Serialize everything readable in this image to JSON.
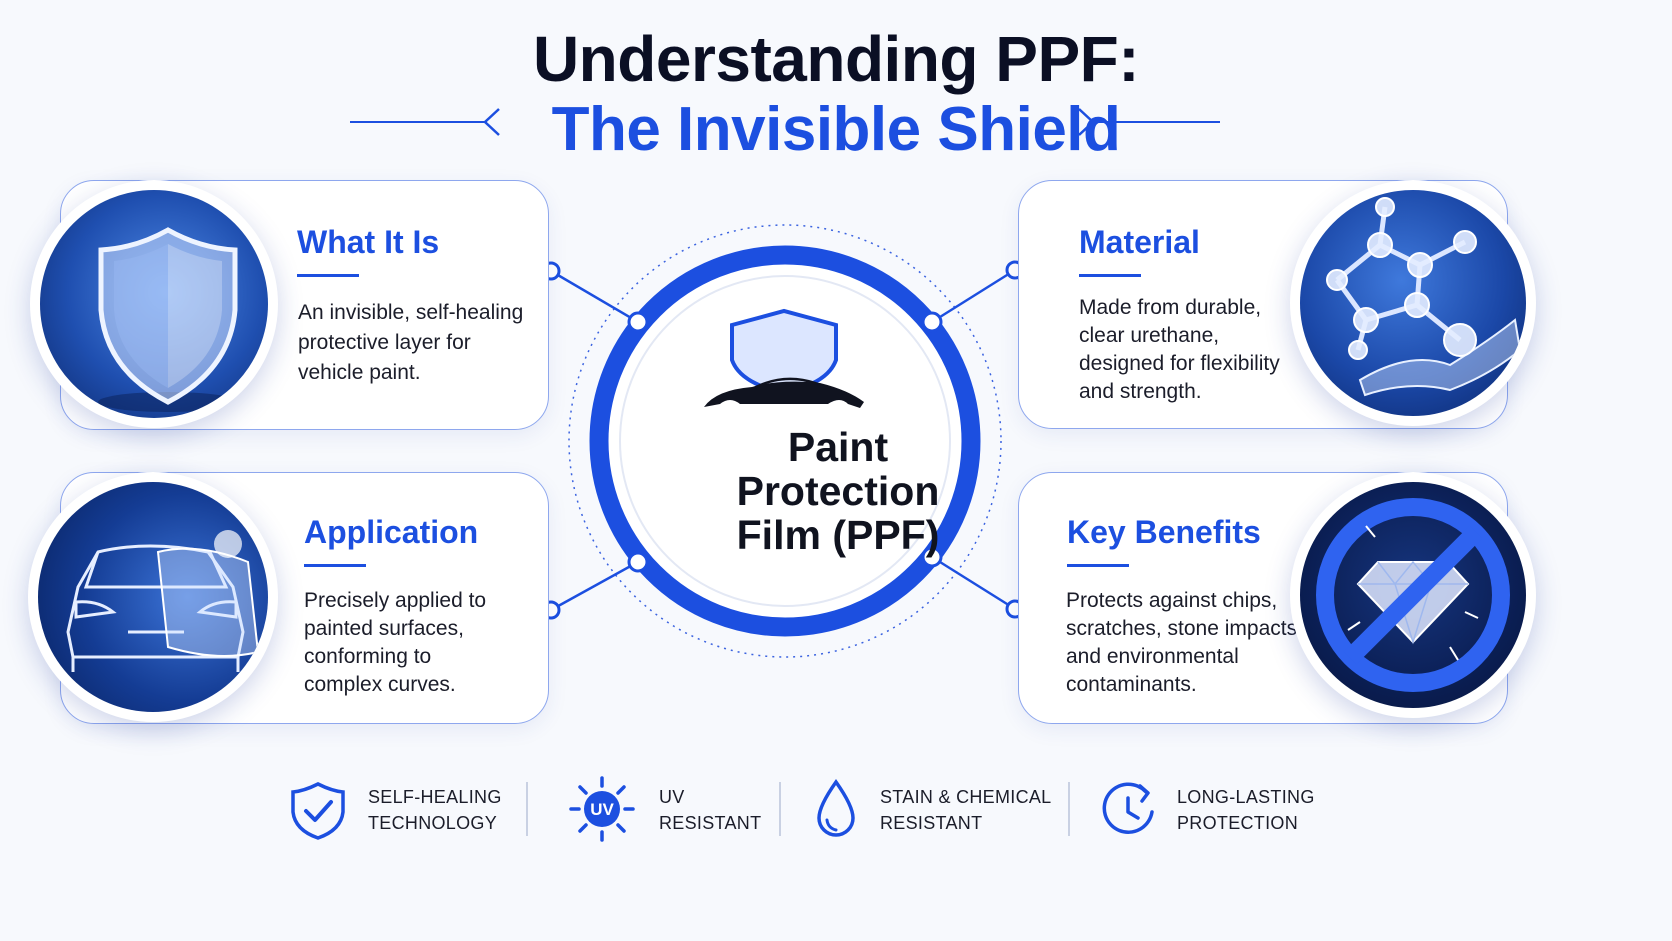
{
  "header": {
    "title_line1": "Understanding PPF:",
    "title_line2": "The Invisible Shield"
  },
  "center": {
    "label_line1": "Paint",
    "label_line2": "Protection",
    "label_line3": "Film (PPF)"
  },
  "cards": [
    {
      "title": "What It Is",
      "body": [
        "An invisible, self-healing",
        "protective layer for",
        "vehicle paint."
      ],
      "icon": "shield-icon"
    },
    {
      "title": "Material",
      "body": [
        "Made from durable,",
        "clear urethane,",
        "designed for flexibility",
        "and strength."
      ],
      "icon": "molecule-icon"
    },
    {
      "title": "Application",
      "body": [
        "Precisely applied to",
        "painted surfaces,",
        "conforming to",
        "complex curves."
      ],
      "icon": "car-icon"
    },
    {
      "title": "Key Benefits",
      "body": [
        "Protects against chips,",
        "scratches, stone impacts,",
        "and environmental",
        "contaminants."
      ],
      "icon": "diamond-prohibited-icon"
    }
  ],
  "features": [
    {
      "label": "SELF-HEALING\nTECHNOLOGY",
      "icon": "shield-check-icon"
    },
    {
      "label": "UV\nRESISTANT",
      "icon": "uv-sun-icon",
      "icon_text": "UV"
    },
    {
      "label": "STAIN & CHEMICAL\nRESISTANT",
      "icon": "droplet-icon"
    },
    {
      "label": "LONG-LASTING\nPROTECTION",
      "icon": "clock-icon"
    }
  ],
  "colors": {
    "accent": "#1c4fe0",
    "dark_text": "#0b0f24",
    "card_border": "#8ea7ee",
    "medallion_dark": "#0a2a6b"
  }
}
